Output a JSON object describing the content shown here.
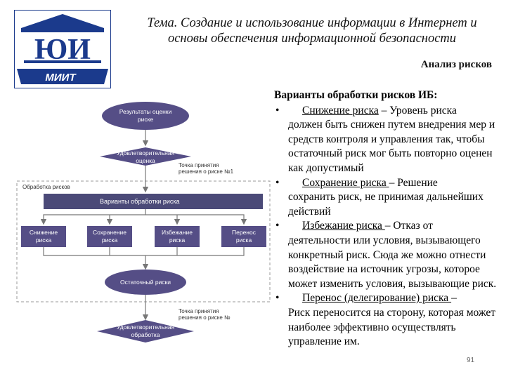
{
  "logo": {
    "letters": "ЮИ",
    "banner": "МИИТ"
  },
  "slide": {
    "title": "Тема. Создание и использование информации в Интернет и основы обеспечения информационной безопасности",
    "section": "Анализ рисков",
    "page_number": "91"
  },
  "diagram": {
    "node_results": [
      "Результаты оценки",
      "риске"
    ],
    "node_satisfactory_top": [
      "Удовлетворительная",
      "оценка"
    ],
    "decision_1": [
      "Точка принятия",
      "решения о риске №1"
    ],
    "group_label": "Обработка рисков",
    "node_options": "Варианты обработки риска",
    "opt_reduce": [
      "Снижение",
      "риска"
    ],
    "opt_retain": [
      "Сохранение",
      "риска"
    ],
    "opt_avoid": [
      "Избежание",
      "риска"
    ],
    "opt_transfer": [
      "Перенос",
      "риска"
    ],
    "node_residual": "Остаточный риски",
    "decision_2": [
      "Точка принятия",
      "решения о риске №"
    ],
    "node_satisfactory_bottom": [
      "Удовлетворительная",
      "обработка"
    ]
  },
  "content": {
    "heading": "Варианты обработки рисков ИБ:",
    "bullet": "•",
    "items": [
      {
        "term": "Снижение риска",
        "sep": " – ",
        "text_first": "Уровень риска",
        "text_rest": "должен быть снижен путем внедрения мер и средств контроля и управления так, чтобы остаточный риск мог быть повторно оценен как допустимый"
      },
      {
        "term": "Сохранение риска ",
        "sep": "– ",
        "text_first": "Решение",
        "text_rest": "сохранить риск, не принимая дальнейших действий"
      },
      {
        "term": "Избежание риска ",
        "sep": "– ",
        "text_first": "Отказ от",
        "text_rest": "деятельности или условия, вызывающего конкретный риск. Сюда же можно отнести воздействие на источник угрозы, которое может изменить условия, вызывающие риск."
      },
      {
        "term": "Перенос (делегирование) риска ",
        "sep": "– ",
        "text_first": "",
        "text_rest": "Риск переносится на сторону, которая может наиболее эффективно осуществлять управление им."
      }
    ]
  },
  "colors": {
    "node_fill": "#554e86",
    "band_fill": "#4b4a78",
    "logo_blue": "#1b3a8c",
    "arrow": "#777777"
  }
}
